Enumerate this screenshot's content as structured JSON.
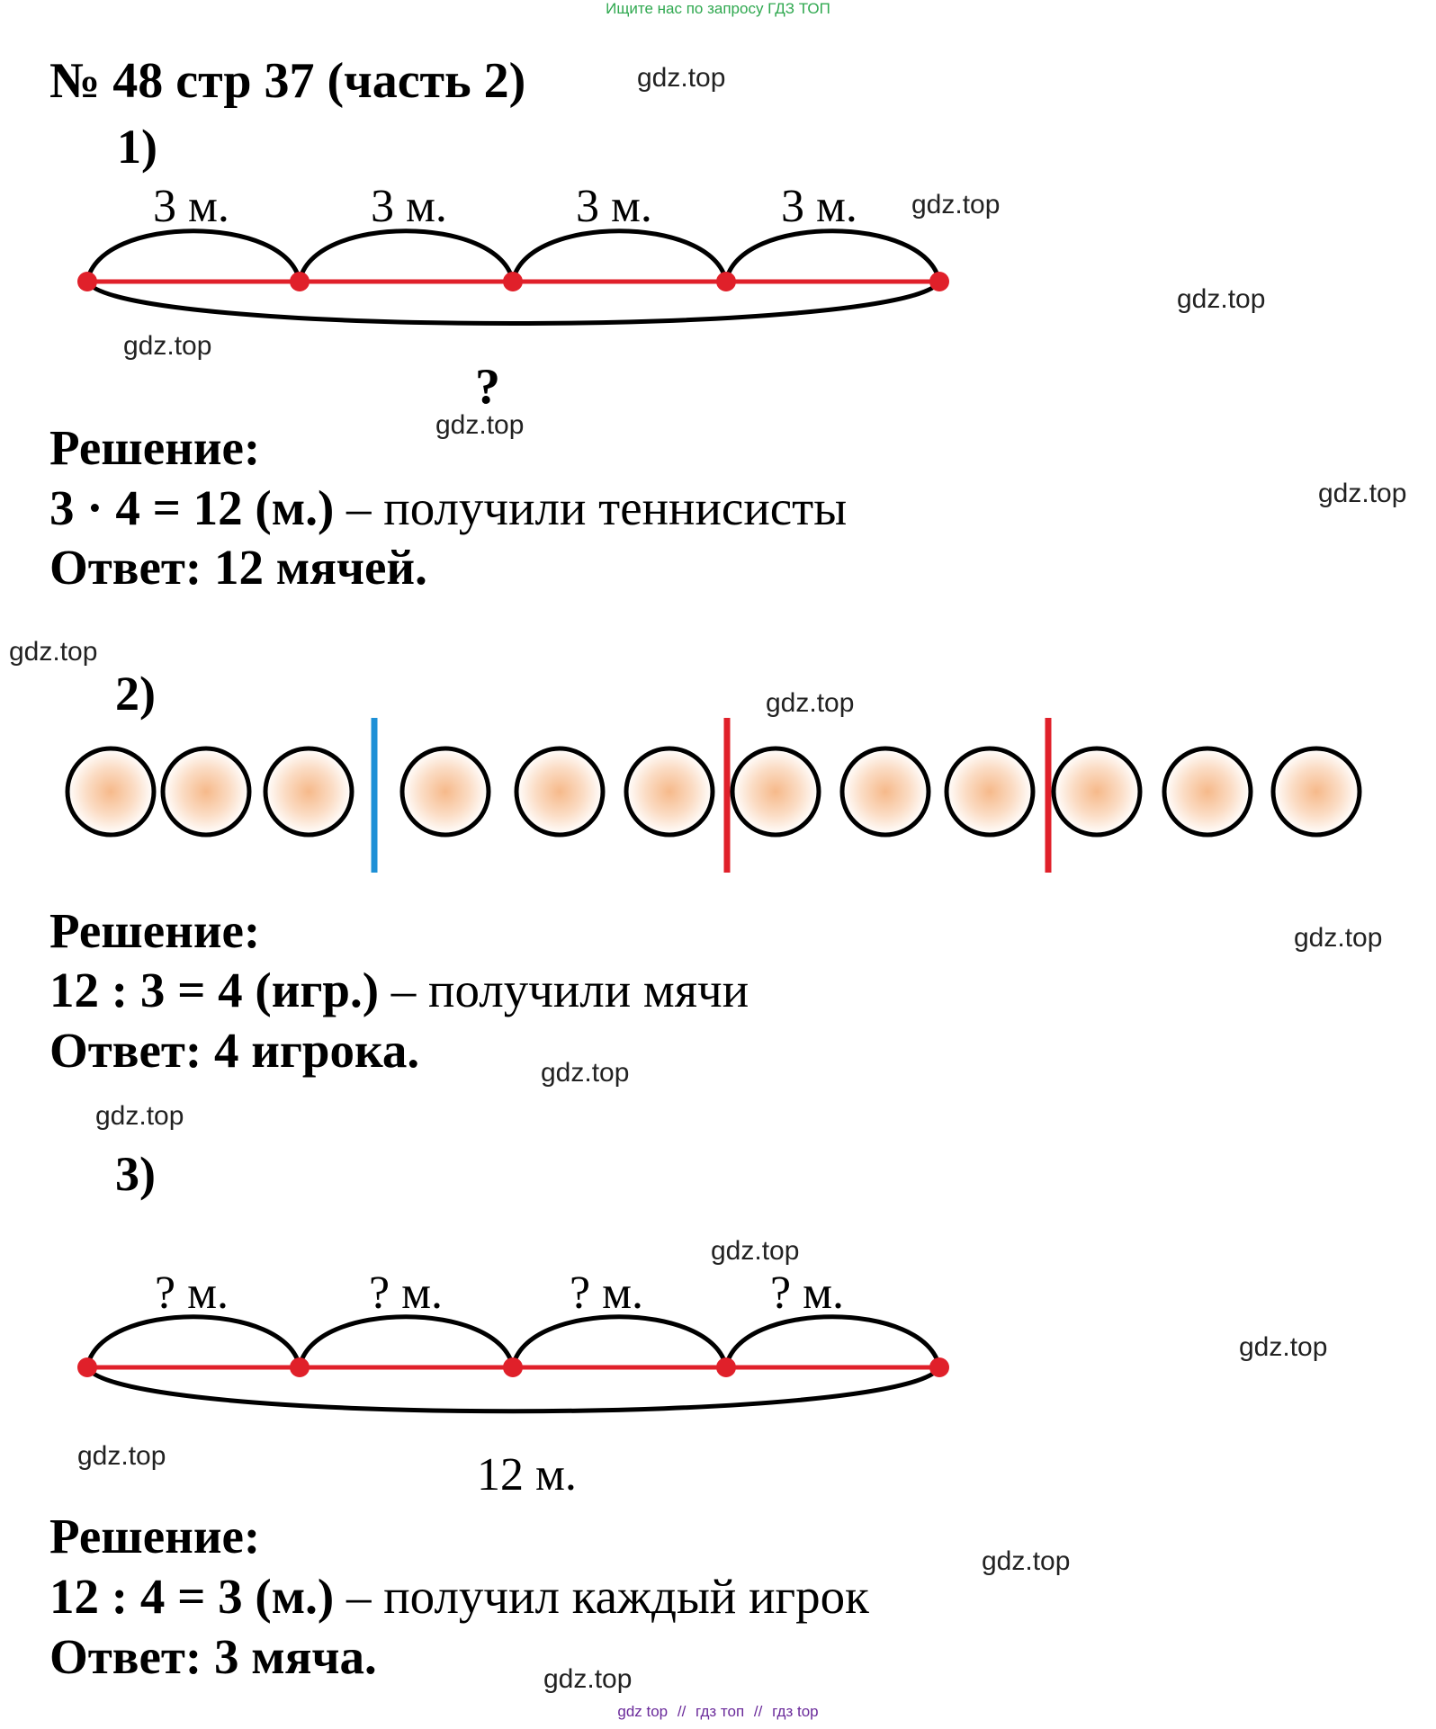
{
  "top_banner": "Ищите нас по запросу ГДЗ ТОП",
  "title": "№ 48 стр 37 (часть 2)",
  "watermark": "gdz.top",
  "part1": {
    "label": "1)",
    "segment_labels": [
      "3 м.",
      "3 м.",
      "3 м.",
      "3 м."
    ],
    "total_label": "?",
    "solution_heading": "Решение:",
    "equation": "3 · 4 = 12 (м.)",
    "equation_note": "– получили теннисисты",
    "answer": "Ответ: 12 мячей."
  },
  "part2": {
    "label": "2)",
    "balls": [
      {
        "group": 1
      },
      {
        "group": 1
      },
      {
        "group": 1
      },
      {
        "group": 2
      },
      {
        "group": 2
      },
      {
        "group": 2
      },
      {
        "group": 3
      },
      {
        "group": 3
      },
      {
        "group": 3
      },
      {
        "group": 4
      },
      {
        "group": 4
      },
      {
        "group": 4
      }
    ],
    "separator_colors": [
      "#1e90d6",
      "#e0202a",
      "#e0202a"
    ],
    "solution_heading": "Решение:",
    "equation": "12 : 3 = 4 (игр.)",
    "equation_note": "– получили мячи",
    "answer": "Ответ: 4 игрока."
  },
  "part3": {
    "label": "3)",
    "segment_labels": [
      "? м.",
      "? м.",
      "? м.",
      "? м."
    ],
    "total_label": "12 м.",
    "solution_heading": "Решение:",
    "equation": "12 : 4 = 3 (м.)",
    "equation_note": "– получил каждый игрок",
    "answer": "Ответ: 3 мяча."
  },
  "bottom_links": [
    "gdz top",
    "//",
    "гдз топ",
    "//",
    "гдз top"
  ],
  "colors": {
    "segment_line": "#e0202a",
    "dot": "#e0202a",
    "blue_separator": "#1e90d6",
    "red_separator": "#e0202a",
    "arc": "#000000"
  }
}
